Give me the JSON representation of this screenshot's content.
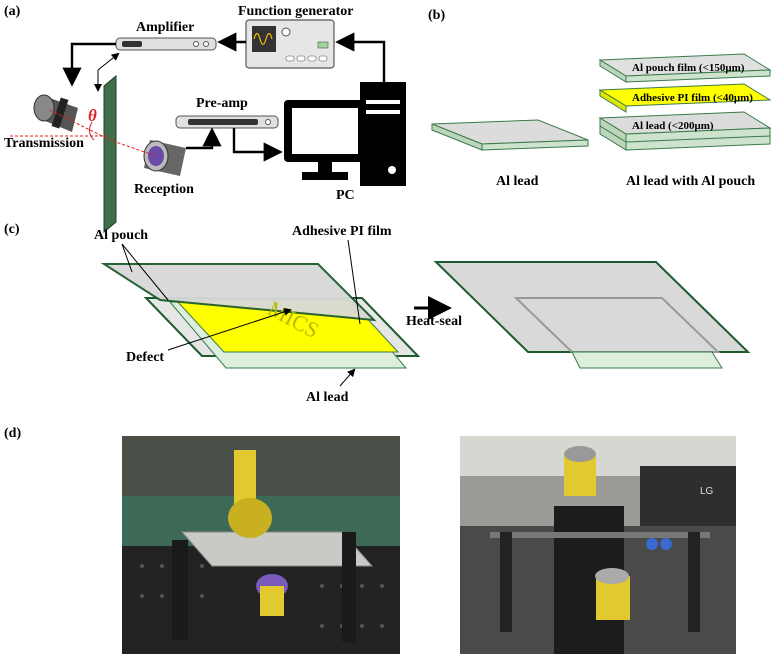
{
  "panels": {
    "a": "(a)",
    "b": "(b)",
    "c": "(c)",
    "d": "(d)"
  },
  "panel_a": {
    "function_generator": "Function generator",
    "amplifier": "Amplifier",
    "pre_amp": "Pre-amp",
    "transmission": "Transmission",
    "reception": "Reception",
    "pc": "PC",
    "theta": "θ"
  },
  "panel_b": {
    "al_pouch_film": "Al pouch film (<150μm)",
    "adhesive_pi_film": "Adhesive PI film (<40μm)",
    "al_lead_layer": "Al lead (<200μm)",
    "al_lead": "Al lead",
    "al_lead_with_pouch": "Al lead with Al pouch"
  },
  "panel_c": {
    "al_pouch": "Al pouch",
    "adhesive_pi_film": "Adhesive PI film",
    "mics": "MICS",
    "defect": "Defect",
    "heat_seal": "Heat-seal",
    "al_lead": "Al lead"
  },
  "colors": {
    "pi_yellow": "#ffff00",
    "pouch_grey": "#d9d9d9",
    "lead_green": "#2e6b3a",
    "probe_purple": "#6b4aa8"
  }
}
